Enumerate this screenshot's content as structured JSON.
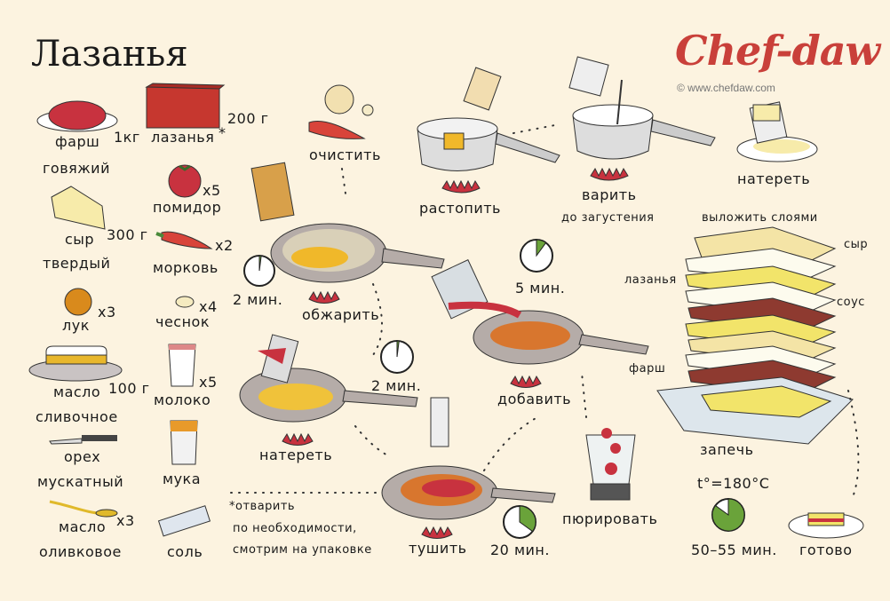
{
  "title": "Лазанья",
  "logo": {
    "brand": "Chef-daw",
    "url": "© www.chefdaw.com",
    "color": "#c9403a"
  },
  "ingredients": {
    "mince": {
      "name": "фарш",
      "name2": "говяжий",
      "qty": "1кг"
    },
    "lasagna": {
      "name": "лазанья",
      "mark": "*",
      "qty": "200 г"
    },
    "cheese": {
      "name": "сыр",
      "name2": "твердый",
      "qty": "300 г"
    },
    "tomato": {
      "name": "помидор",
      "qty": "x5"
    },
    "carrot": {
      "name": "морковь",
      "qty": "x2"
    },
    "onion": {
      "name": "лук",
      "qty": "x3"
    },
    "garlic": {
      "name": "чеснок",
      "qty": "x4"
    },
    "butter": {
      "name": "масло",
      "name2": "сливочное",
      "qty": "100 г"
    },
    "milk": {
      "name": "молоко",
      "qty": "x5"
    },
    "nutmeg": {
      "name": "орех",
      "name2": "мускатный"
    },
    "flour": {
      "name": "мука"
    },
    "oil": {
      "name": "масло",
      "name2": "оливковое",
      "qty": "x3"
    },
    "salt": {
      "name": "соль"
    }
  },
  "note": {
    "line1": "*отварить",
    "line2": "по необходимости,",
    "line3": "смотрим на упаковке"
  },
  "steps": {
    "peel": "очистить",
    "melt": "растопить",
    "boil": "варить",
    "boil_note": "до загустения",
    "grate_cheese": "натереть",
    "fry": "обжарить",
    "fry_time": "2 мин.",
    "grate_time": "2 мин.",
    "grate": "натереть",
    "add": "добавить",
    "add_time": "5 мин.",
    "puree": "пюрировать",
    "stew": "тушить",
    "stew_time": "20 мин.",
    "layers": "выложить слоями",
    "layer_cheese": "сыр",
    "layer_lasagna": "лазанья",
    "layer_sauce": "соус",
    "layer_mince": "фарш",
    "bake": "запечь",
    "bake_temp": "t°=180°C",
    "bake_time": "50–55 мин.",
    "done": "готово"
  },
  "timers": {
    "fry": 0.02,
    "grate": 0.02,
    "add": 0.1,
    "stew": 0.35,
    "bake": 0.85
  },
  "colors": {
    "bg": "#fcf3e0",
    "red": "#c9403a",
    "timer": "#6aa33a",
    "meat": "#8e3a30",
    "pasta": "#f2e46a",
    "sauce": "#fdfbee"
  }
}
